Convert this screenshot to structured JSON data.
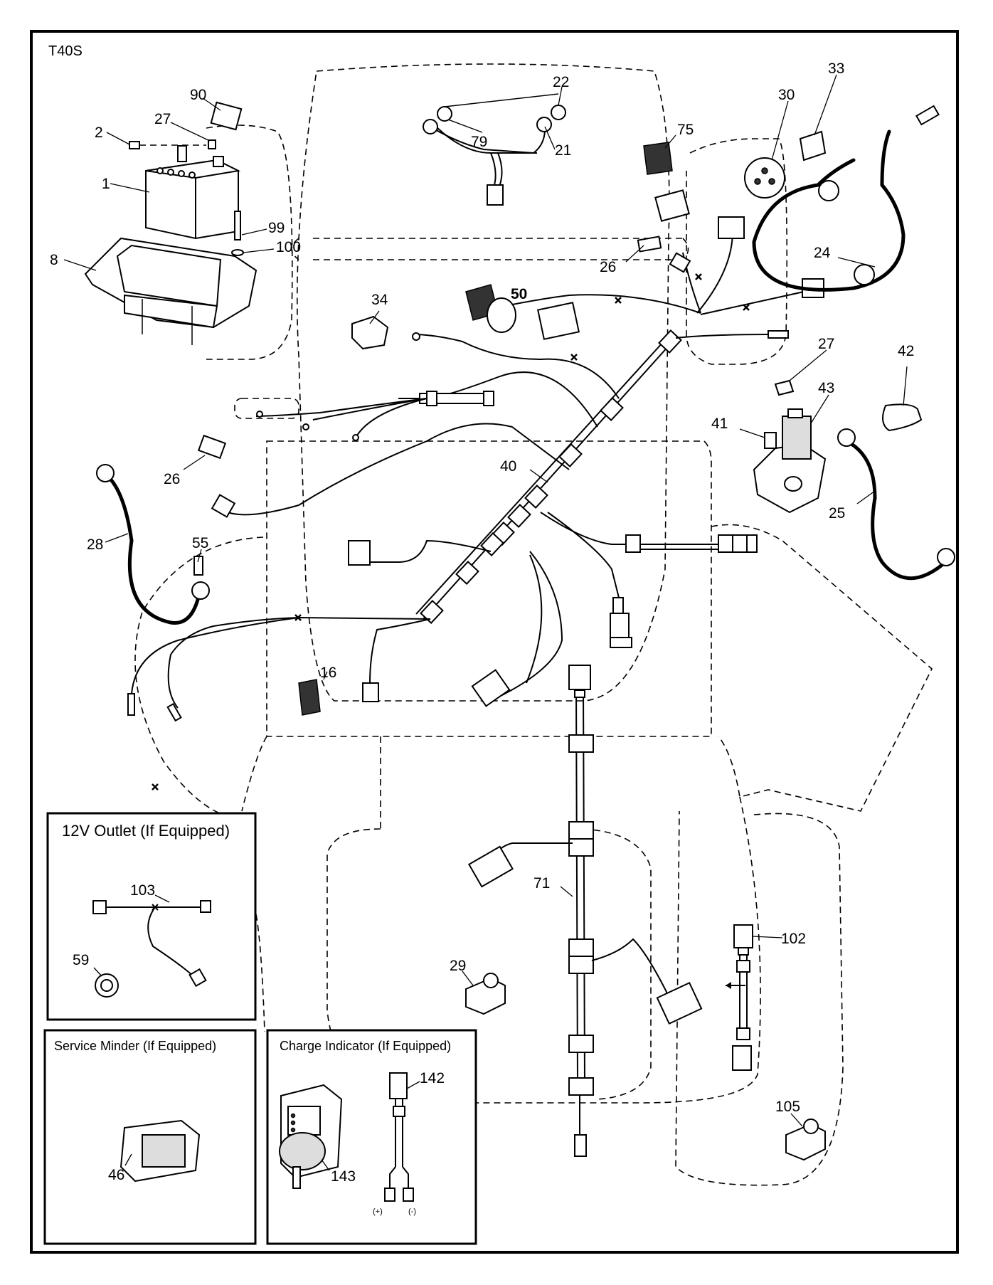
{
  "diagram": {
    "model_code": "T40S",
    "callouts": [
      "1",
      "2",
      "8",
      "16",
      "21",
      "22",
      "24",
      "25",
      "26",
      "26b",
      "27",
      "27b",
      "28",
      "29",
      "30",
      "33",
      "34",
      "40",
      "41",
      "42",
      "43",
      "50",
      "55",
      "71",
      "75",
      "79",
      "90",
      "99",
      "100",
      "102",
      "105"
    ],
    "labels": {
      "1": "1",
      "2": "2",
      "8": "8",
      "16": "16",
      "21": "21",
      "22": "22",
      "24": "24",
      "25": "25",
      "26": "26",
      "26b": "26",
      "27": "27",
      "27b": "27",
      "28": "28",
      "29": "29",
      "30": "30",
      "33": "33",
      "34": "34",
      "40": "40",
      "41": "41",
      "42": "42",
      "43": "43",
      "50": "50",
      "55": "55",
      "71": "71",
      "75": "75",
      "79": "79",
      "90": "90",
      "99": "99",
      "100": "100",
      "102": "102",
      "105": "105"
    }
  },
  "insets": {
    "outlet": {
      "title": "12V Outlet (If Equipped)",
      "labels": {
        "103": "103",
        "59": "59"
      }
    },
    "service_minder": {
      "title": "Service Minder (If Equipped)",
      "labels": {
        "46": "46"
      }
    },
    "charge_indicator": {
      "title": "Charge Indicator (If Equipped)",
      "labels": {
        "142": "142",
        "143": "143",
        "plus": "(+)",
        "minus": "(-)"
      }
    }
  }
}
